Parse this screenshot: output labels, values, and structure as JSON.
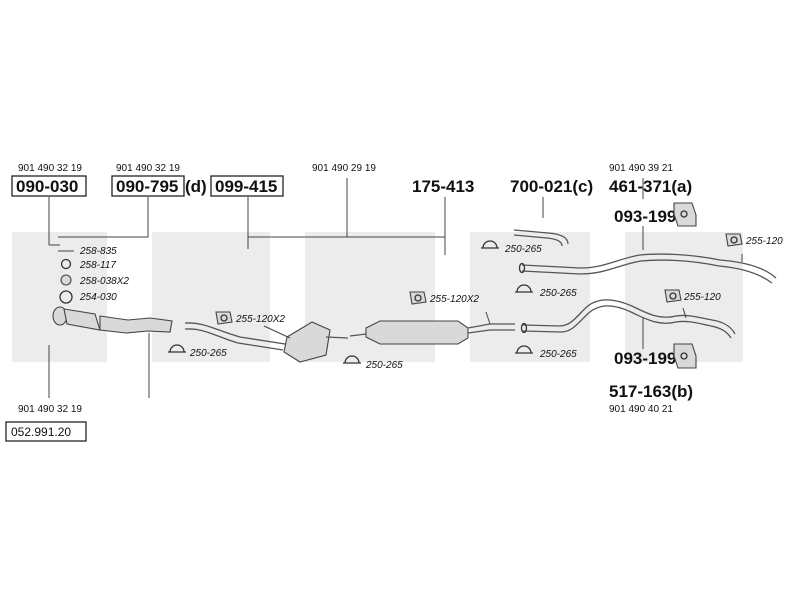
{
  "diagram": {
    "oe_numbers": {
      "first_pipe_top": "901 490 32 19",
      "second_pipe_top": "901 490 32 19",
      "center_pipe": "901 490 29 19",
      "rear_upper": "901 490 39 21",
      "front_bottom": "901 490 32 19",
      "rear_lower": "901 490 40 21"
    },
    "parts": {
      "front_pipe": "090-030",
      "cat_a": "090-795",
      "cat_a_suffix": "(d)",
      "cat_b": "099-415",
      "middle": "175-413",
      "tail_pipe": "700-021(c)",
      "rear_upper": "461-371(a)",
      "rear_lower": "517-163(b)",
      "mount_upper": "093-199",
      "mount_lower": "093-199"
    },
    "refs": {
      "r1": "258-835",
      "r2": "258-117",
      "r3": "258-038X2",
      "r4": "254-030",
      "clamp_set_1": "255-120X2",
      "clamp_set_2": "255-120X2",
      "clamp_upper": "255-120",
      "clamp_lower": "255-120",
      "ring_1": "250-265",
      "ring_2": "250-265",
      "ring_3": "250-265",
      "ring_4": "250-265",
      "ring_5": "250-265"
    },
    "catalog_number": "052.991.20"
  }
}
